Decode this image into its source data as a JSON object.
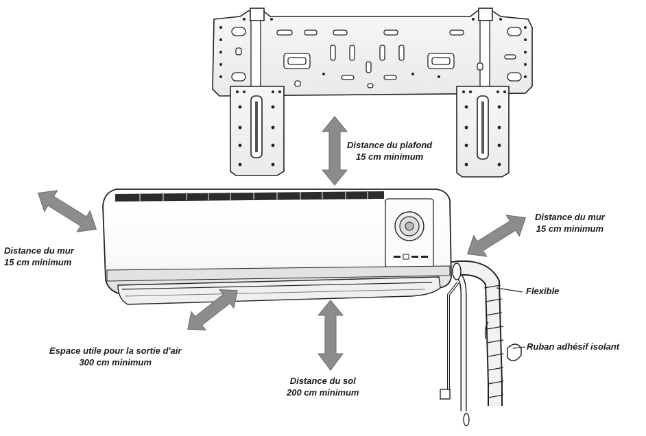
{
  "labels": {
    "ceiling": {
      "line1": "Distance du plafond",
      "line2": "15 cm minimum"
    },
    "wall_left": {
      "line1": "Distance du mur",
      "line2": "15 cm minimum"
    },
    "wall_right": {
      "line1": "Distance du mur",
      "line2": "15 cm minimum"
    },
    "flexible": "Flexible",
    "tape": "Ruban adhésif isolant",
    "air_outlet": {
      "line1": "Espace utile pour la sortie d'air",
      "line2": "300 cm minimum"
    },
    "floor": {
      "line1": "Distance du sol",
      "line2": "200 cm minimum"
    }
  },
  "colors": {
    "line": "#222222",
    "arrow_fill": "#8c8c8c",
    "panel_fill": "#f4f4f4",
    "shadow": "#6d6d6d"
  }
}
